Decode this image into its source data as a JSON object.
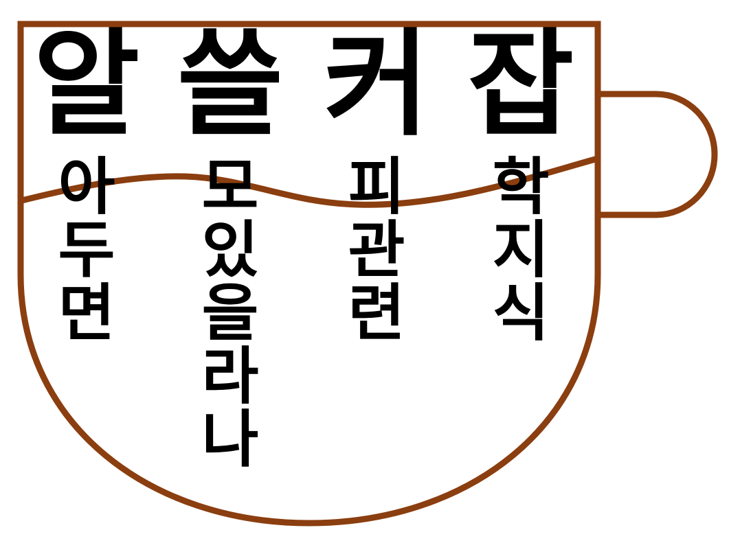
{
  "colors": {
    "cup_stroke": "#8B3E0F",
    "text": "#000000",
    "background": "#ffffff"
  },
  "columns": [
    {
      "big": "알",
      "smalls": [
        "아",
        "두",
        "면"
      ]
    },
    {
      "big": "쓸",
      "smalls": [
        "모",
        "있",
        "을",
        "라",
        "나"
      ]
    },
    {
      "big": "커",
      "smalls": [
        "피",
        "관",
        "련"
      ]
    },
    {
      "big": "잡",
      "smalls": [
        "학",
        "지",
        "식"
      ]
    }
  ]
}
